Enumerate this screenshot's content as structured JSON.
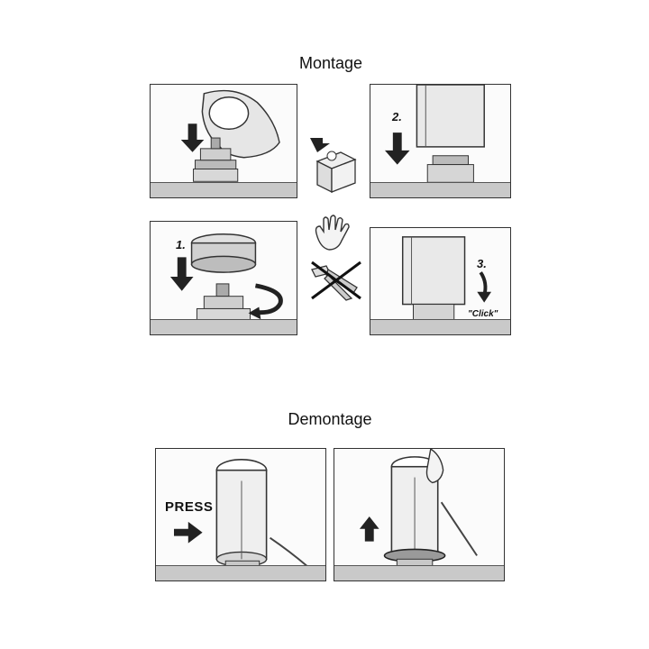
{
  "sections": {
    "montage": {
      "title": "Montage"
    },
    "demontage": {
      "title": "Demontage"
    }
  },
  "steps": {
    "step1": "1.",
    "step2": "2.",
    "step3": "3."
  },
  "annotations": {
    "click": "\"Click\"",
    "press": "PRESS"
  },
  "icons": {
    "hand": "hand-icon",
    "pliers": "crossed-pliers-icon",
    "box": "box-icon",
    "arrow_down": "arrow-down-icon",
    "arrow_up": "arrow-up-icon",
    "arrow_right": "arrow-right-icon",
    "rotate": "rotate-arrow-icon"
  }
}
